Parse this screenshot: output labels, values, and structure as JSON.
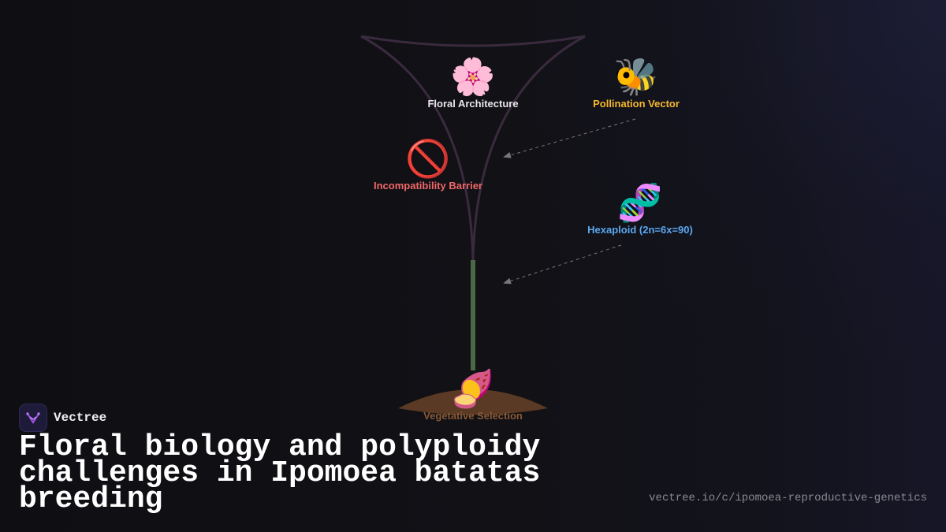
{
  "nodes": {
    "floral": {
      "emoji": "🌸",
      "label": "Floral Architecture",
      "color": "#e8e8ec"
    },
    "pollination": {
      "emoji": "🐝",
      "label": "Pollination Vector",
      "color": "#f5b82e"
    },
    "incompatibility": {
      "emoji": "🚫",
      "label": "Incompatibility Barrier",
      "color": "#f06868"
    },
    "hexaploid": {
      "emoji": "🧬",
      "label": "Hexaploid (2n=6x=90)",
      "color": "#5aa8f0"
    },
    "vegetative": {
      "emoji": "🍠",
      "label": "Vegetative Selection",
      "color": "#8a5a36"
    }
  },
  "brand": {
    "name": "Vectree"
  },
  "title": "Floral biology and polyploidy challenges in Ipomoea batatas breeding",
  "url": "vectree.io/c/ipomoea-reproductive-genetics",
  "colors": {
    "stem": "#4a6a45",
    "funnel": "#3a2a3e",
    "mound": "#5a3a24"
  }
}
